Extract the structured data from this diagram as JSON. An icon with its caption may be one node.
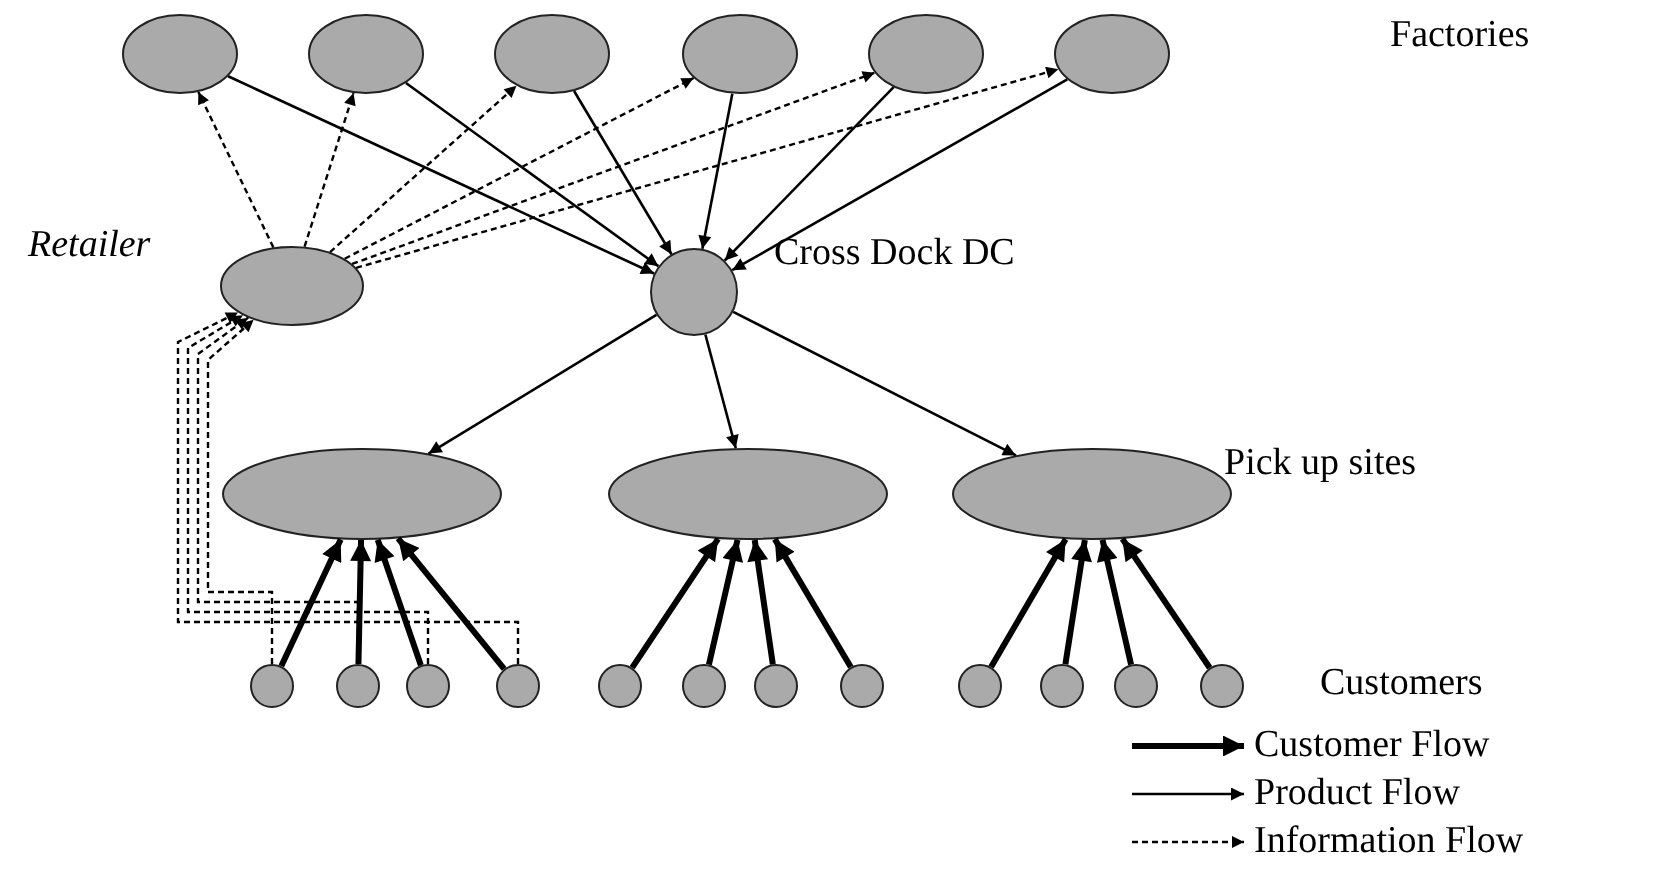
{
  "diagram": {
    "nodes": [
      {
        "text": [],
        "shape": "circle"
      },
      {
        "text": [],
        "shape": "circle"
      },
      {
        "text": [],
        "shape": "circle"
      },
      {
        "text": [],
        "shape": "circle"
      },
      {
        "text": [],
        "shape": "circle"
      },
      {
        "text": [],
        "shape": "circle"
      },
      {
        "text": [
          "Retailer"
        ]
      },
      {
        "text": [
          "Cross Dock DC"
        ]
      },
      {
        "text": [],
        "shape": "circle"
      },
      {
        "text": [],
        "shape": "circle"
      },
      {
        "text": [],
        "shape": "circle"
      },
      {
        "text": [],
        "shape": "circle"
      },
      {
        "text": [],
        "shape": "circle"
      },
      {
        "text": [],
        "shape": "circle"
      },
      {
        "text": [],
        "shape": "circle"
      },
      {
        "text": [],
        "shape": "circle"
      },
      {
        "text": [],
        "shape": "circle"
      },
      {
        "text": [],
        "shape": "circle"
      },
      {
        "text": [],
        "shape": "circle"
      },
      {
        "text": [],
        "shape": "circle"
      },
      {
        "text": [],
        "shape": "circle"
      },
      {
        "text": [],
        "shape": "circle"
      },
      {
        "text": [],
        "shape": "circle"
      }
    ],
    "edges": [
      {
        "from": 6,
        "to": 0,
        "arrow": "to",
        "style": "dashed"
      },
      {
        "from": 6,
        "to": 1,
        "arrow": "to",
        "style": "dashed"
      },
      {
        "from": 6,
        "to": 2,
        "arrow": "to",
        "style": "dashed"
      },
      {
        "from": 6,
        "to": 3,
        "arrow": "to",
        "style": "dashed"
      },
      {
        "from": 6,
        "to": 4,
        "arrow": "to",
        "style": "dashed"
      },
      {
        "from": 6,
        "to": 5,
        "arrow": "to",
        "style": "dashed"
      },
      {
        "from": 0,
        "to": 7,
        "arrow": "to"
      },
      {
        "from": 1,
        "to": 7,
        "arrow": "to"
      },
      {
        "from": 2,
        "to": 7,
        "arrow": "to"
      },
      {
        "from": 3,
        "to": 7,
        "arrow": "to"
      },
      {
        "from": 4,
        "to": 7,
        "arrow": "to"
      },
      {
        "from": 5,
        "to": 7,
        "arrow": "to"
      },
      {
        "from": 7,
        "to": 8,
        "arrow": "to"
      },
      {
        "from": 7,
        "to": 9,
        "arrow": "to"
      },
      {
        "from": 7,
        "to": 10,
        "arrow": "to"
      },
      {
        "from": 11,
        "to": 6,
        "arrow": "to",
        "style": "dashed"
      },
      {
        "from": 12,
        "to": 6,
        "arrow": "to",
        "style": "dashed"
      },
      {
        "from": 13,
        "to": 6,
        "arrow": "to",
        "style": "dashed"
      },
      {
        "from": 14,
        "to": 6,
        "arrow": "to",
        "style": "dashed"
      },
      {
        "from": 11,
        "to": 8,
        "arrow": "to",
        "style": "thick"
      },
      {
        "from": 12,
        "to": 8,
        "arrow": "to",
        "style": "thick"
      },
      {
        "from": 13,
        "to": 8,
        "arrow": "to",
        "style": "thick"
      },
      {
        "from": 14,
        "to": 8,
        "arrow": "to",
        "style": "thick"
      },
      {
        "from": 15,
        "to": 9,
        "arrow": "to",
        "style": "thick"
      },
      {
        "from": 16,
        "to": 9,
        "arrow": "to",
        "style": "thick"
      },
      {
        "from": 17,
        "to": 9,
        "arrow": "to",
        "style": "thick"
      },
      {
        "from": 18,
        "to": 9,
        "arrow": "to",
        "style": "thick"
      },
      {
        "from": 19,
        "to": 10,
        "arrow": "to",
        "style": "thick"
      },
      {
        "from": 20,
        "to": 10,
        "arrow": "to",
        "style": "thick"
      },
      {
        "from": 21,
        "to": 10,
        "arrow": "to",
        "style": "thick"
      },
      {
        "from": 22,
        "to": 10,
        "arrow": "to",
        "style": "thick"
      }
    ],
    "labels": [
      "Factories",
      "Pick up sites",
      "Customers"
    ],
    "legend": [
      {
        "text": "Customer Flow"
      },
      {
        "text": "Product Flow"
      },
      {
        "text": "Information Flow"
      }
    ]
  }
}
